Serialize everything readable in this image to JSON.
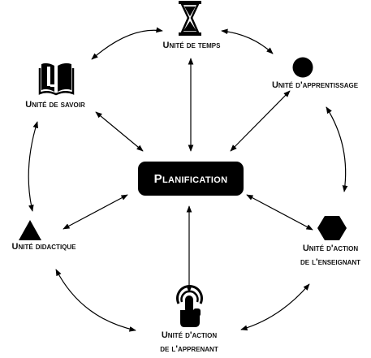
{
  "diagram": {
    "center": {
      "label": "Planification"
    },
    "nodes": [
      {
        "id": "temps",
        "icon": "hourglass-icon",
        "line1": "Unité de temps",
        "line2": ""
      },
      {
        "id": "apprentissage",
        "icon": "circle-icon",
        "line1": "Unité d'apprentissage",
        "line2": ""
      },
      {
        "id": "enseignant",
        "icon": "hexagon-icon",
        "line1": "Unité d'action",
        "line2": "de l'enseignant"
      },
      {
        "id": "apprenant",
        "icon": "touch-hand-icon",
        "line1": "Unité d'action",
        "line2": "de l'apprenant"
      },
      {
        "id": "didactique",
        "icon": "triangle-icon",
        "line1": "Unité didactique",
        "line2": ""
      },
      {
        "id": "savoir",
        "icon": "book-icon",
        "line1": "Unité de savoir",
        "line2": ""
      }
    ],
    "colors": {
      "foreground": "#000000",
      "background": "#ffffff"
    }
  }
}
